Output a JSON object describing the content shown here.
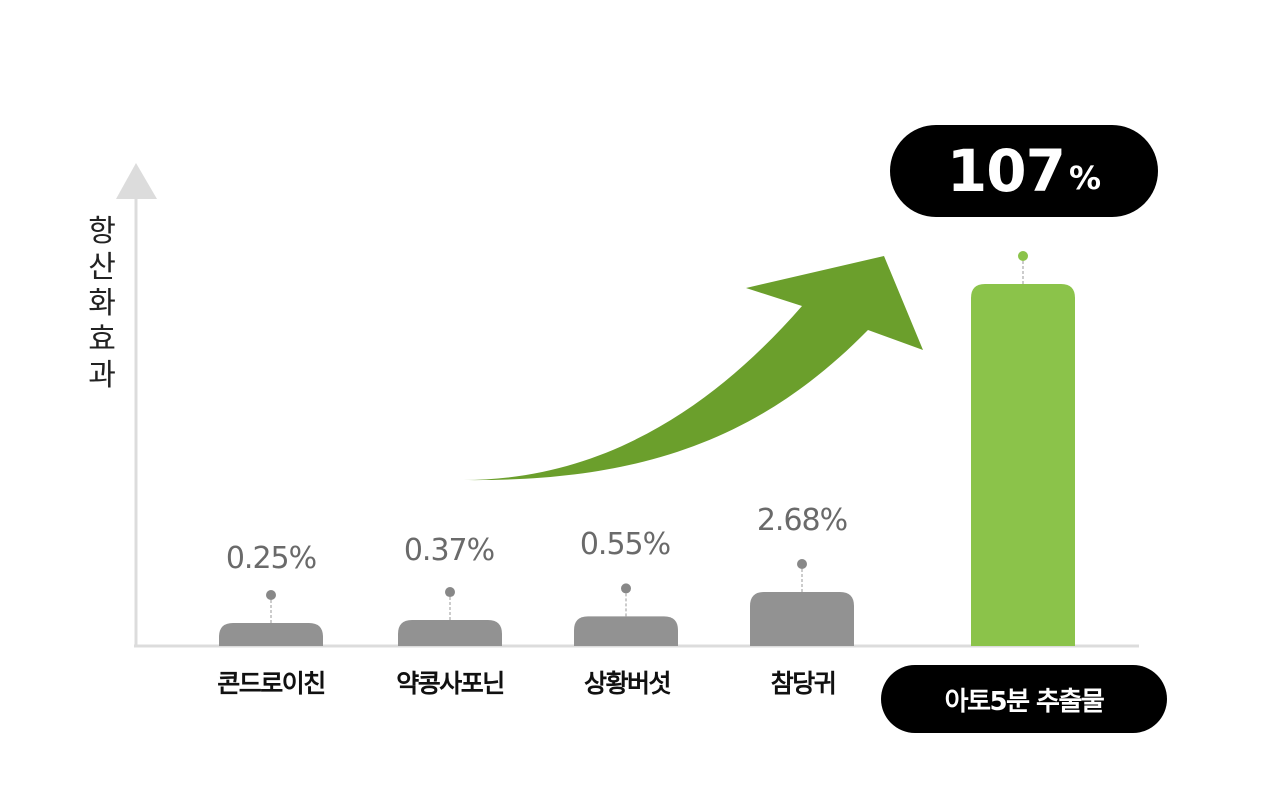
{
  "chart_data": {
    "type": "bar",
    "ylabel": "항산화효과",
    "categories": [
      "콘드로이친",
      "약콩사포닌",
      "상황버섯",
      "참당귀",
      "아토5분 추출물"
    ],
    "values": [
      0.25,
      0.37,
      0.55,
      2.68,
      107
    ],
    "value_labels": [
      "0.25%",
      "0.37%",
      "0.55%",
      "2.68%",
      "107"
    ],
    "highlight": {
      "index": 4,
      "number": "107",
      "unit": "%"
    },
    "colors": {
      "bar": "#929292",
      "highlight_bar": "#8bc34a",
      "arrow": "#6b9f2c",
      "axis": "#dcdcdc",
      "point": "#888888",
      "highlight_point": "#8bc34a"
    }
  }
}
